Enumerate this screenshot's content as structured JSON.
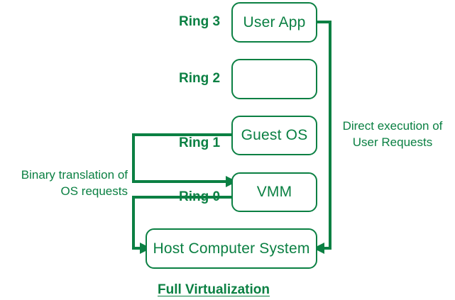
{
  "diagram": {
    "title": "Full Virtualization",
    "accent_color": "#0b8043",
    "background_color": "#ffffff",
    "ring_labels": [
      {
        "text": "Ring 3"
      },
      {
        "text": "Ring 2"
      },
      {
        "text": "Ring 1"
      },
      {
        "text": "Ring 0"
      }
    ],
    "boxes": [
      {
        "label": "User App"
      },
      {
        "label": ""
      },
      {
        "label": "Guest OS"
      },
      {
        "label": "VMM"
      },
      {
        "label": "Host Computer System"
      }
    ],
    "annotations": [
      {
        "text": "Binary translation of\nOS requests"
      },
      {
        "text": "Direct execution of\nUser Requests"
      }
    ]
  }
}
